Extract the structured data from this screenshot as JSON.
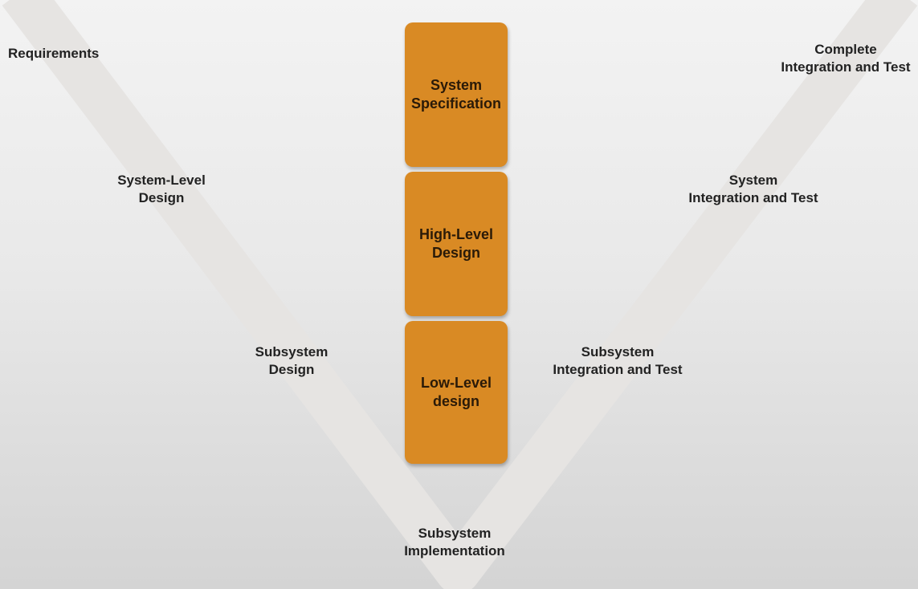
{
  "diagram": {
    "boxes": {
      "system_specification": "System\nSpecification",
      "high_level_design": "High-Level\nDesign",
      "low_level_design": "Low-Level\ndesign"
    },
    "left_arm": {
      "requirements": "Requirements",
      "system_level_design": "System-Level\nDesign",
      "subsystem_design": "Subsystem\nDesign"
    },
    "bottom": {
      "subsystem_implementation": "Subsystem\nImplementation"
    },
    "right_arm": {
      "subsystem_integration_and_test": "Subsystem\nIntegration and Test",
      "system_integration_and_test": "System\nIntegration and Test",
      "complete_integration_and_test": "Complete\nIntegration and Test"
    }
  },
  "colors": {
    "box_fill": "#d98a24",
    "v_band": "#e6e4e2",
    "background_top": "#f3f3f3",
    "background_bottom": "#d4d4d4",
    "text": "#222222"
  }
}
